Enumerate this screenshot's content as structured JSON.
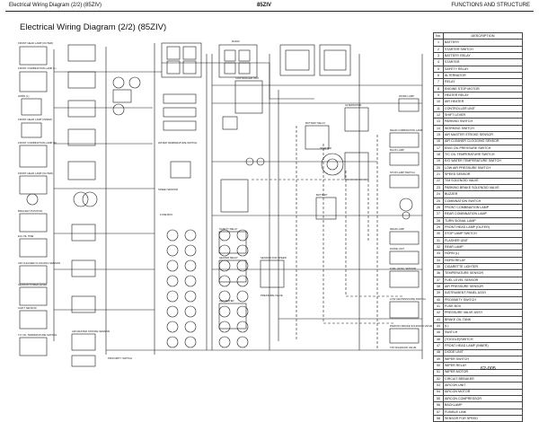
{
  "header": {
    "left": "Electrical Wiring Diagram (2/2) (85ZIV)",
    "center": "85ZIV",
    "right": "FUNCTIONS AND STRUCTURE"
  },
  "title": "Electrical Wiring Diagram (2/2) (85ZIV)",
  "page_number": "62-005",
  "legend": {
    "headers": [
      "No.",
      "DESCRIPTION"
    ],
    "rows": [
      [
        "1",
        "BATTERY"
      ],
      [
        "2",
        "STARTER SWITCH"
      ],
      [
        "3",
        "BATTERY RELAY"
      ],
      [
        "4",
        "STARTER"
      ],
      [
        "5",
        "SAFETY RELAY"
      ],
      [
        "6",
        "ALTERNATOR"
      ],
      [
        "7",
        "RELAY"
      ],
      [
        "8",
        "ENGINE STOP MOTOR"
      ],
      [
        "9",
        "HEATER RELAY"
      ],
      [
        "10",
        "AIR HEATER"
      ],
      [
        "11",
        "CONTROLLER UNIT"
      ],
      [
        "12",
        "SHIFT LEVER"
      ],
      [
        "13",
        "PARKING SWITCH"
      ],
      [
        "14",
        "WORKING SWITCH"
      ],
      [
        "15",
        "AIR MASTER STROKE SENSOR"
      ],
      [
        "16",
        "AIR CLEANER CLOGGING SENSOR"
      ],
      [
        "17",
        "EN/G OIL PRESSURE SWITCH"
      ],
      [
        "18",
        "T/C OIL TEMPERATURE SWITCH"
      ],
      [
        "19",
        "E/G WATER TEMPERATURE SWITCH"
      ],
      [
        "20",
        "LOW AIR PRESSURE SWITCH"
      ],
      [
        "21",
        "SPEED SENSOR"
      ],
      [
        "22",
        "T/M SOLENOID VALVE"
      ],
      [
        "23",
        "PARKING BRAKE SOLENOID VALVE"
      ],
      [
        "24",
        "BUZZER"
      ],
      [
        "25",
        "COMBINATION SWITCH"
      ],
      [
        "26",
        "FRONT COMBINATION LAMP"
      ],
      [
        "27",
        "REAR COMBINATION LAMP"
      ],
      [
        "28",
        "TURN SIGNAL LAMP"
      ],
      [
        "29",
        "FRONT HEAD LAMP (OUTER)"
      ],
      [
        "30",
        "STOP LAMP SWITCH"
      ],
      [
        "31",
        "FLASHER UNIT"
      ],
      [
        "32",
        "REAR LAMP"
      ],
      [
        "33",
        "HORN (L)"
      ],
      [
        "34",
        "HORN RELAY"
      ],
      [
        "35",
        "CIGARETTE LIGHTER"
      ],
      [
        "36",
        "TEMPERATURE SENSOR"
      ],
      [
        "37",
        "FUEL LEVEL SENSOR"
      ],
      [
        "38",
        "AIR PRESSURE SENSOR"
      ],
      [
        "39",
        "INSTRUMENT PANEL ASSY"
      ],
      [
        "40",
        "PROXIMITY SWITCH"
      ],
      [
        "41",
        "FUSE BOX"
      ],
      [
        "42",
        "PRESSURE VALVE ASSY"
      ],
      [
        "43",
        "BRAKE OIL TANK"
      ],
      [
        "44",
        "(L)"
      ],
      [
        "45",
        "SWITCH"
      ],
      [
        "46",
        "(TOGGLE)SWITCH"
      ],
      [
        "47",
        "FRONT HEAD LAMP (INNER)"
      ],
      [
        "48",
        "DIODE UNIT"
      ],
      [
        "49",
        "WIPER SWITCH"
      ],
      [
        "50",
        "WIPER RELAY"
      ],
      [
        "51",
        "WIPER MOTOR"
      ],
      [
        "52",
        "CIRCUIT BREAKER"
      ],
      [
        "53",
        "AIRCON UNIT"
      ],
      [
        "54",
        "AIRCON MOTOR"
      ],
      [
        "55",
        "AIRCON COMPRESSOR"
      ],
      [
        "56",
        "BACKLAMP"
      ],
      [
        "57",
        "FUSIBLE LINK"
      ],
      [
        "58",
        "SENSOR FOR SPEED"
      ]
    ]
  },
  "labels": {
    "front_head_lamp_outer": "FRONT HEAD LAMP (OUTER)",
    "front_combination_lamp_l": "FRONT COMBINATION LAMP (L)",
    "horn": "HORN (L)",
    "front_head_lamp_inner": "FRONT HEAD LAMP (INNER)",
    "front_combination_lamp_r": "FRONT COMBINATION LAMP (R)",
    "front_head_lamp_outer_r": "FRONT HEAD LAMP (OUTER)",
    "bracket_position": "BRACKET POSITION",
    "air_cleaner": "AIR CLEANER CLOGGING SENSOR",
    "engine_stop": "E/G OIL TIME",
    "sensor_power_level": "SENSOR POWER LEVEL",
    "shift_sensor": "SHIFT SENSOR",
    "air_master": "AIR MASTER STROKE SENSOR",
    "tc_oil_temp": "T/C OIL TEMPERATURE SWITCH",
    "radio": "RADIO",
    "water_temp_switch": "WATER TEMPERATURE SWITCH",
    "speed_sensor": "SPEED SENSOR",
    "fuse_box": "FUSE BOX",
    "safety_relay": "SAFETY RELAY",
    "air_heater": "AIR HEATER",
    "heater_relay": "HEATER RELAY",
    "controller_unit": "CONTROLLER UNIT",
    "battery_relay": "BATTERY RELAY",
    "alternator": "ALTERNATOR",
    "starter": "STARTER",
    "battery": "BATTERY",
    "rear_combination_lamp": "REAR COMBINATION LAMP",
    "back_lamp": "BACK LAMP",
    "stop_lamp_switch": "STOP LAMP SWITCH",
    "work_lamp": "WORK LAMP",
    "rear_lamp": "REAR LAMP",
    "diode_unit": "DIODE UNIT",
    "fuel_level_sensor": "FUEL LEVEL SENSOR",
    "low_air_pressure": "LOW AIR PRESSURE SWITCH",
    "parking_brake": "PARKING BRAKE SOLENOID VALVE",
    "tm_solenoid": "T/M SOLENOID VALVE",
    "sensor_for_speed": "SENSOR FOR SPEED",
    "pressure_valve": "PRESSURE VALVE",
    "proximity_switch": "PROXIMITY SWITCH"
  },
  "colors": {
    "ink": "#1a1a1a",
    "paper": "#ffffff"
  }
}
